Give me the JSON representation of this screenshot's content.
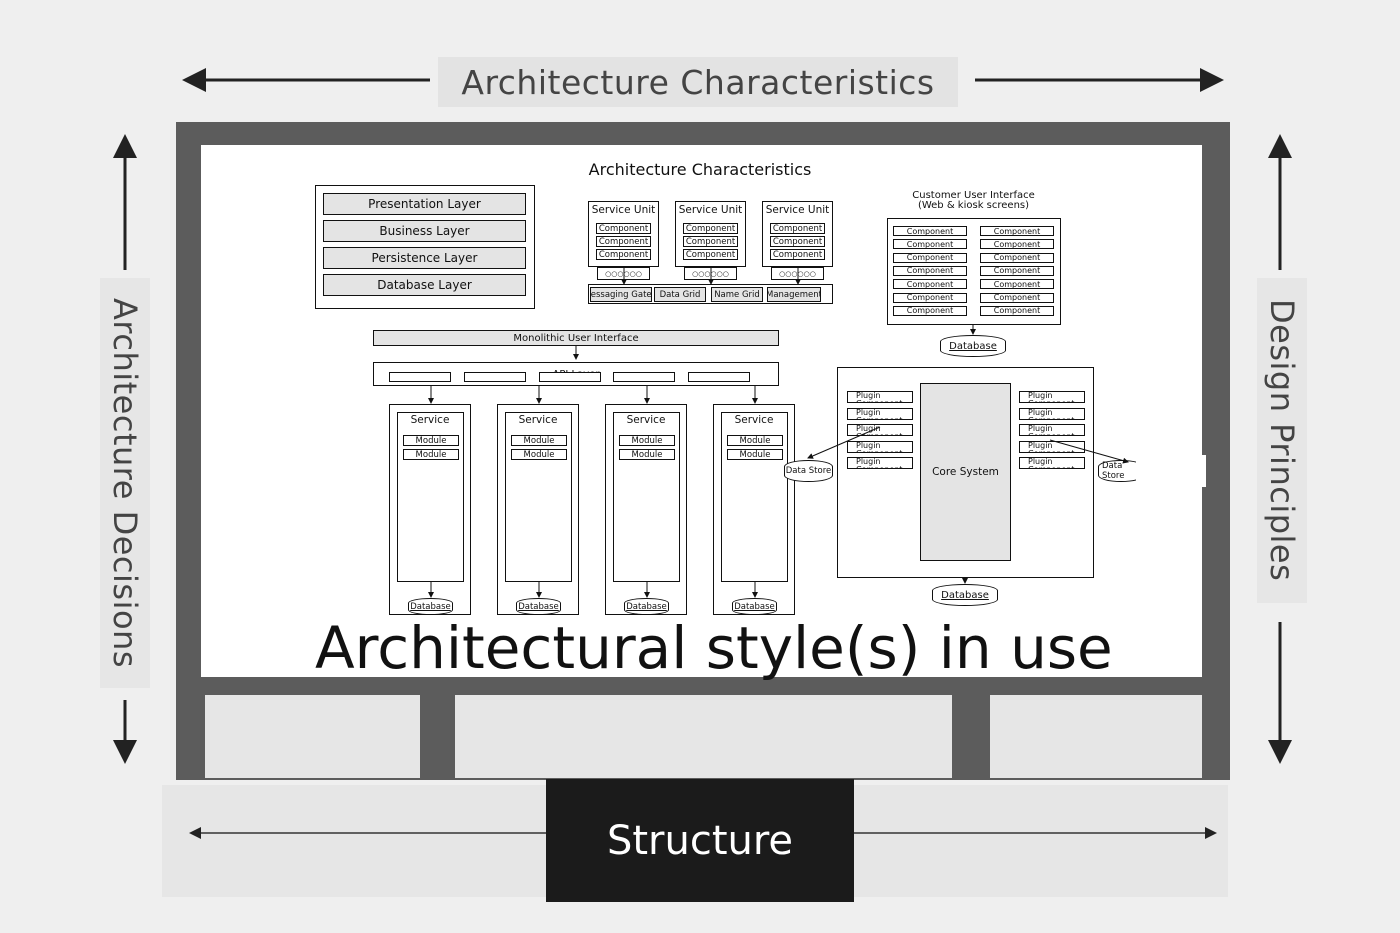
{
  "labels": {
    "top": "Architecture Characteristics",
    "left": "Architecture Decisions",
    "right": "Design Principles",
    "bottom": "Structure"
  },
  "diagram": {
    "title": "Architecture Characteristics",
    "caption": "Architectural style(s) in use",
    "layered": [
      "Presentation Layer",
      "Business Layer",
      "Persistence Layer",
      "Database Layer"
    ],
    "space_based": {
      "unit_label": "Service Unit",
      "component_label": "Component",
      "ports": "○○○○○○",
      "bus": [
        "Messaging Gatew",
        "Data Grid",
        "Name Grid",
        "Management"
      ]
    },
    "customer_ui": {
      "title": "Customer User Interface",
      "subtitle": "(Web & kiosk screens)",
      "component_label": "Component",
      "database": "Database"
    },
    "microservices": {
      "ui": "Monolithic User Interface",
      "api": "API Layer",
      "service_label": "Service",
      "module_label": "Module",
      "database": "Database"
    },
    "microkernel": {
      "core": "Core System",
      "plugin_label": "Plugin Component",
      "data_store": "Data Store",
      "database": "Database"
    }
  }
}
